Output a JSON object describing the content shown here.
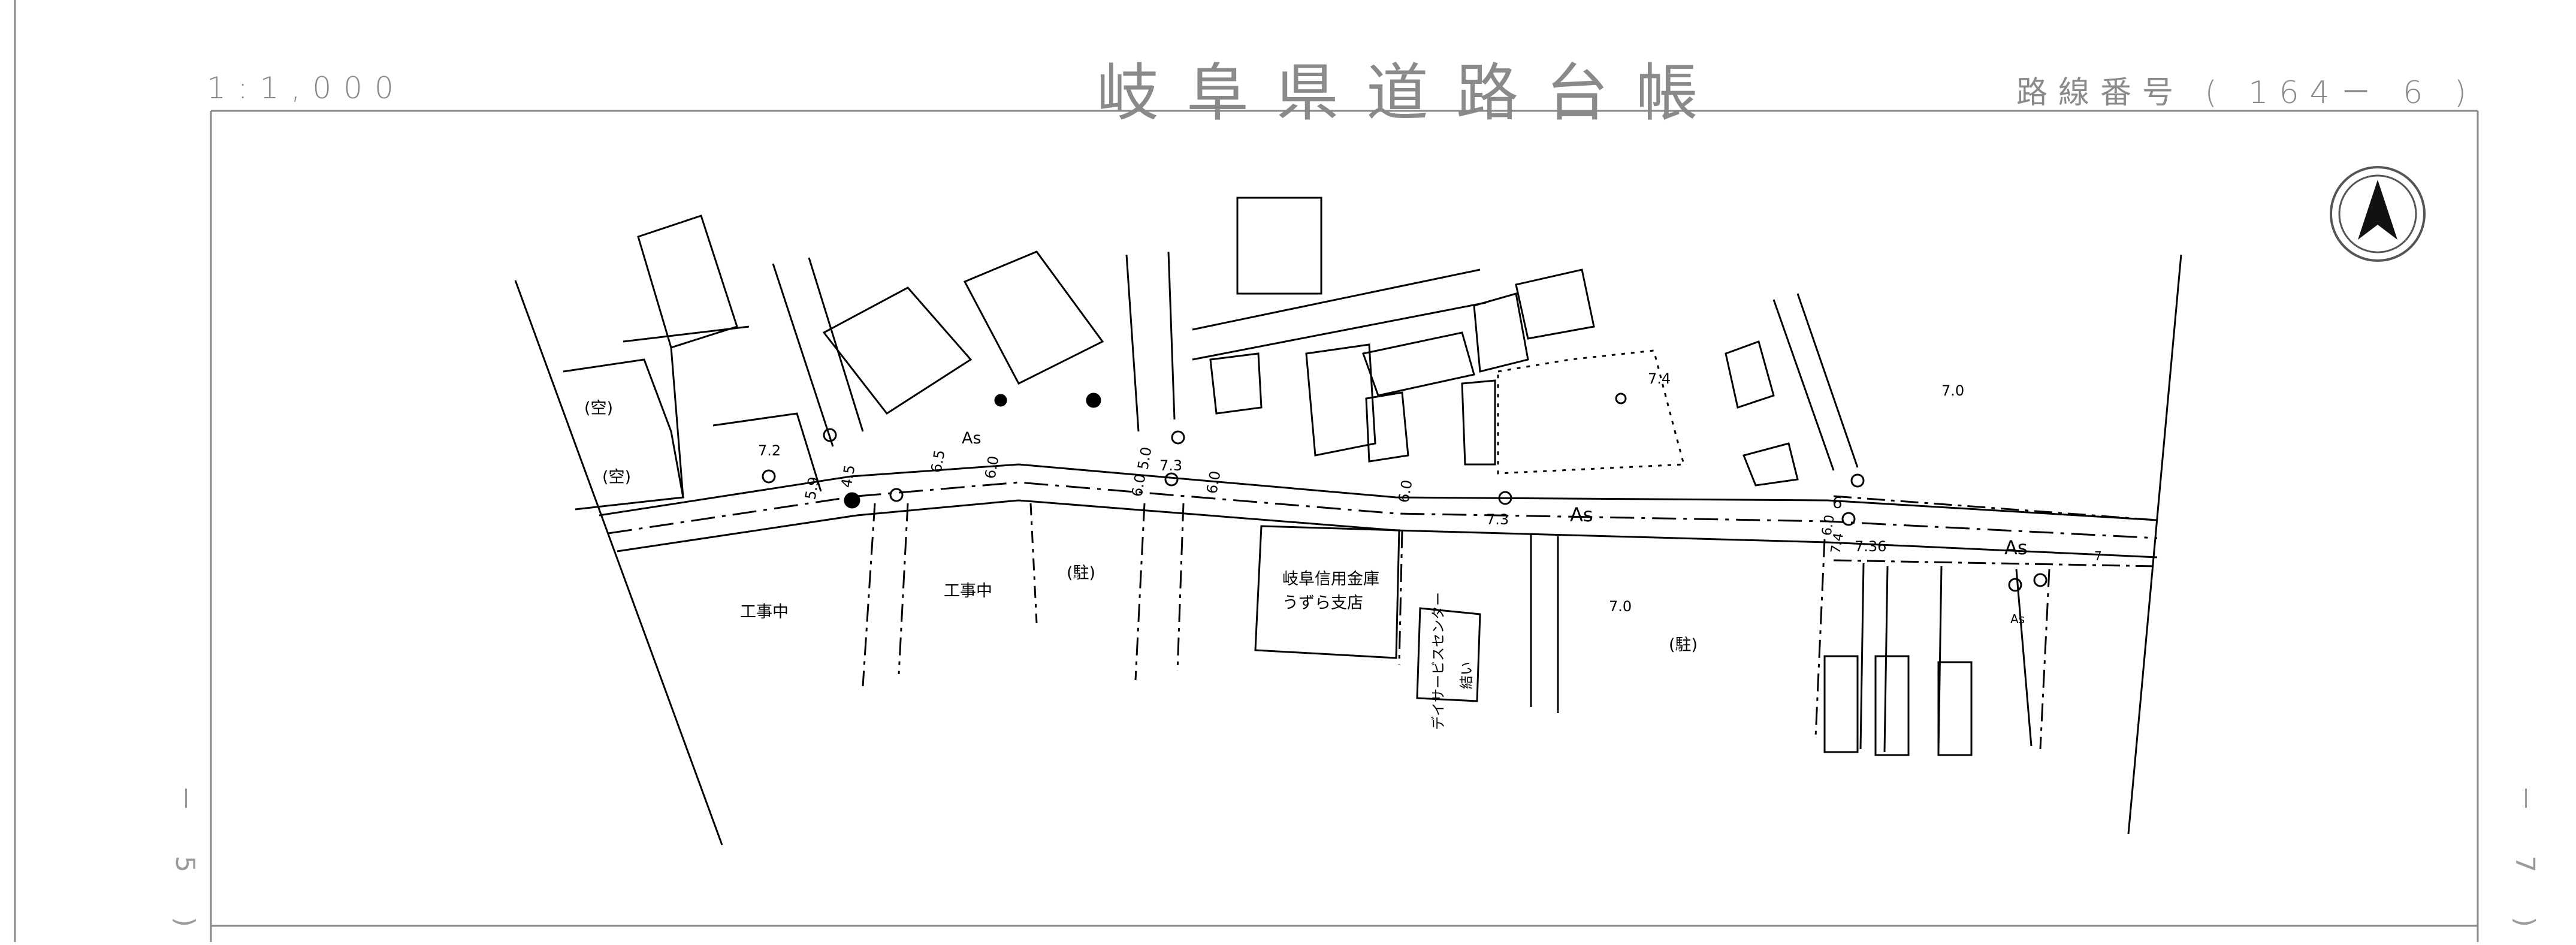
{
  "header": {
    "scale": "1:1,000",
    "title": "岐阜県道路台帳",
    "route_label": "路線番号",
    "route_number": "( 164－ 6 )"
  },
  "side_marks": {
    "left": "－ 5 )",
    "right": "－ 7 )"
  },
  "map": {
    "north_arrow_icon": "north-arrow-icon",
    "area_labels": {
      "vacant_1": "(空)",
      "vacant_2": "(空)",
      "construction_1": "工事中",
      "construction_2": "工事中",
      "parking_1": "(駐)",
      "parking_2": "(駐)",
      "bank_line1": "岐阜信用金庫",
      "bank_line2": "うずら支店",
      "service_center_line1": "デイサービスセンター",
      "service_center_line2": "結い"
    },
    "surface_labels": {
      "as_1": "As",
      "as_2": "As",
      "as_3": "As",
      "as_4": "As"
    },
    "width_labels": {
      "w_7_2": "7.2",
      "w_5_9": "5.9",
      "w_4_5": "4.5",
      "w_6_5": "6.5",
      "w_6_0a": "6.0",
      "w_5_0": "5.0",
      "w_7_3a": "7.3",
      "w_6_0b": "6.0",
      "w_6_0c": "6.0",
      "w_6_0d": "6.0",
      "w_7_3b": "7.3",
      "w_7_0a": "7.0",
      "w_7_4": "7.4",
      "w_7_0b": "7.0",
      "w_6": "6",
      "w_6_0e": "6.0",
      "w_7_4b": "7.4",
      "w_7_36": "7.36",
      "w_7_small": "7"
    }
  }
}
